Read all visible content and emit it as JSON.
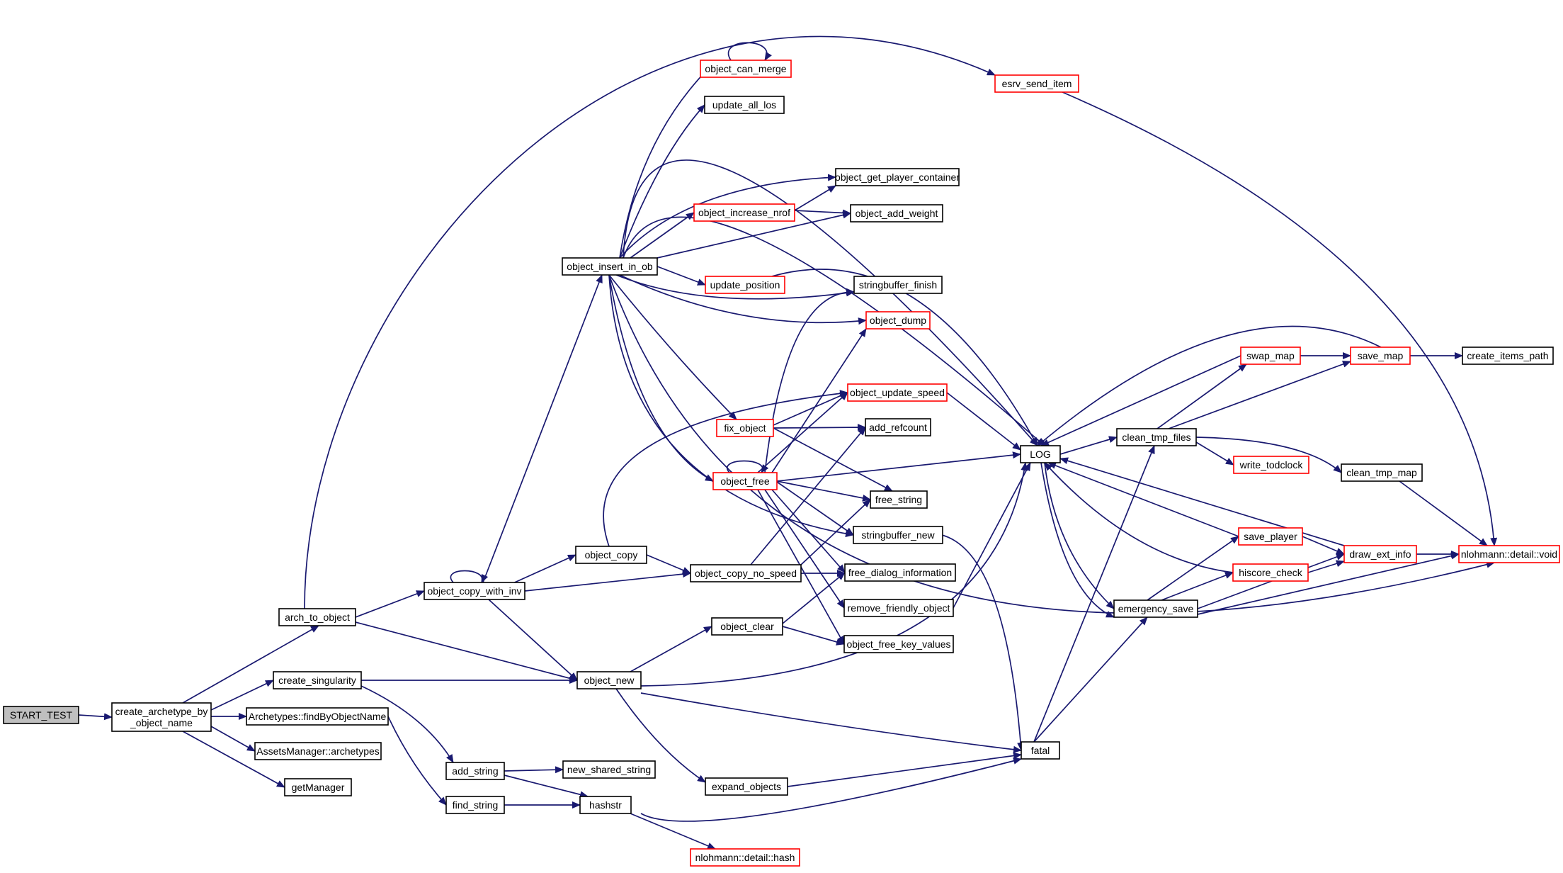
{
  "graph": {
    "nodes": [
      {
        "id": "start_test",
        "label": [
          "START_TEST"
        ],
        "style": "root"
      },
      {
        "id": "create_archetype_by_object_name",
        "label": [
          "create_archetype_by",
          "_object_name"
        ],
        "style": "normal"
      },
      {
        "id": "arch_to_object",
        "label": [
          "arch_to_object"
        ],
        "style": "normal"
      },
      {
        "id": "create_singularity",
        "label": [
          "create_singularity"
        ],
        "style": "normal"
      },
      {
        "id": "archetypes_findbyobjectname",
        "label": [
          "Archetypes::findByObjectName"
        ],
        "style": "normal"
      },
      {
        "id": "assetsmanager_archetypes",
        "label": [
          "AssetsManager::archetypes"
        ],
        "style": "normal"
      },
      {
        "id": "getmanager",
        "label": [
          "getManager"
        ],
        "style": "normal"
      },
      {
        "id": "object_copy_with_inv",
        "label": [
          "object_copy_with_inv"
        ],
        "style": "normal"
      },
      {
        "id": "object_new",
        "label": [
          "object_new"
        ],
        "style": "normal"
      },
      {
        "id": "add_string",
        "label": [
          "add_string"
        ],
        "style": "normal"
      },
      {
        "id": "find_string",
        "label": [
          "find_string"
        ],
        "style": "normal"
      },
      {
        "id": "object_insert_in_ob",
        "label": [
          "object_insert_in_ob"
        ],
        "style": "normal"
      },
      {
        "id": "object_copy",
        "label": [
          "object_copy"
        ],
        "style": "normal"
      },
      {
        "id": "new_shared_string",
        "label": [
          "new_shared_string"
        ],
        "style": "normal"
      },
      {
        "id": "hashstr",
        "label": [
          "hashstr"
        ],
        "style": "normal"
      },
      {
        "id": "nlohmann_hash",
        "label": [
          "nlohmann::detail::hash"
        ],
        "style": "red"
      },
      {
        "id": "object_copy_no_speed",
        "label": [
          "object_copy_no_speed"
        ],
        "style": "normal"
      },
      {
        "id": "object_clear",
        "label": [
          "object_clear"
        ],
        "style": "normal"
      },
      {
        "id": "expand_objects",
        "label": [
          "expand_objects"
        ],
        "style": "normal"
      },
      {
        "id": "object_can_merge",
        "label": [
          "object_can_merge"
        ],
        "style": "red"
      },
      {
        "id": "update_all_los",
        "label": [
          "update_all_los"
        ],
        "style": "normal"
      },
      {
        "id": "object_increase_nrof",
        "label": [
          "object_increase_nrof"
        ],
        "style": "red"
      },
      {
        "id": "update_position",
        "label": [
          "update_position"
        ],
        "style": "red"
      },
      {
        "id": "fix_object",
        "label": [
          "fix_object"
        ],
        "style": "red"
      },
      {
        "id": "object_free",
        "label": [
          "object_free"
        ],
        "style": "red"
      },
      {
        "id": "esrv_send_item",
        "label": [
          "esrv_send_item"
        ],
        "style": "red"
      },
      {
        "id": "object_get_player_container",
        "label": [
          "object_get_player_container"
        ],
        "style": "normal"
      },
      {
        "id": "object_add_weight",
        "label": [
          "object_add_weight"
        ],
        "style": "normal"
      },
      {
        "id": "stringbuffer_finish",
        "label": [
          "stringbuffer_finish"
        ],
        "style": "normal"
      },
      {
        "id": "object_dump",
        "label": [
          "object_dump"
        ],
        "style": "red"
      },
      {
        "id": "object_update_speed",
        "label": [
          "object_update_speed"
        ],
        "style": "red"
      },
      {
        "id": "add_refcount",
        "label": [
          "add_refcount"
        ],
        "style": "normal"
      },
      {
        "id": "free_string",
        "label": [
          "free_string"
        ],
        "style": "normal"
      },
      {
        "id": "stringbuffer_new",
        "label": [
          "stringbuffer_new"
        ],
        "style": "normal"
      },
      {
        "id": "free_dialog_information",
        "label": [
          "free_dialog_information"
        ],
        "style": "normal"
      },
      {
        "id": "remove_friendly_object",
        "label": [
          "remove_friendly_object"
        ],
        "style": "normal"
      },
      {
        "id": "object_free_key_values",
        "label": [
          "object_free_key_values"
        ],
        "style": "normal"
      },
      {
        "id": "log",
        "label": [
          "LOG"
        ],
        "style": "normal"
      },
      {
        "id": "fatal",
        "label": [
          "fatal"
        ],
        "style": "normal"
      },
      {
        "id": "clean_tmp_files",
        "label": [
          "clean_tmp_files"
        ],
        "style": "normal"
      },
      {
        "id": "emergency_save",
        "label": [
          "emergency_save"
        ],
        "style": "normal"
      },
      {
        "id": "swap_map",
        "label": [
          "swap_map"
        ],
        "style": "red"
      },
      {
        "id": "write_todclock",
        "label": [
          "write_todclock"
        ],
        "style": "red"
      },
      {
        "id": "clean_tmp_map",
        "label": [
          "clean_tmp_map"
        ],
        "style": "normal"
      },
      {
        "id": "save_player",
        "label": [
          "save_player"
        ],
        "style": "red"
      },
      {
        "id": "hiscore_check",
        "label": [
          "hiscore_check"
        ],
        "style": "red"
      },
      {
        "id": "save_map",
        "label": [
          "save_map"
        ],
        "style": "red"
      },
      {
        "id": "draw_ext_info",
        "label": [
          "draw_ext_info"
        ],
        "style": "red"
      },
      {
        "id": "create_items_path",
        "label": [
          "create_items_path"
        ],
        "style": "normal"
      },
      {
        "id": "nlohmann_void",
        "label": [
          "nlohmann::detail::void"
        ],
        "style": "red"
      }
    ],
    "colors": {
      "edge": "#191970",
      "normal_border": "#000000",
      "red_border": "#ff0000",
      "root_fill": "#bfbfbf",
      "node_fill": "#ffffff"
    }
  }
}
